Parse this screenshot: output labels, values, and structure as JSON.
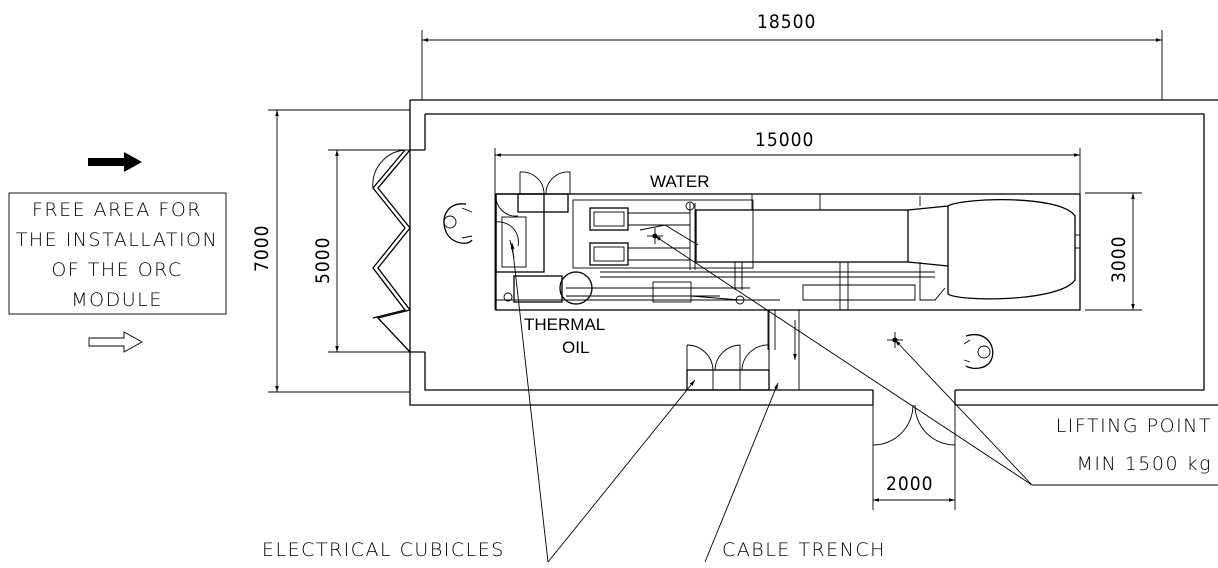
{
  "dimensions": {
    "overall_length": "18500",
    "module_length": "15000",
    "overall_width": "7000",
    "door_opening": "5000",
    "module_width": "3000",
    "side_door": "2000"
  },
  "labels": {
    "water": "WATER",
    "thermal_oil_1": "THERMAL",
    "thermal_oil_2": "OIL",
    "free_area_1": "FREE AREA FOR",
    "free_area_2": "THE INSTALLATION",
    "free_area_3": "OF THE ORC",
    "free_area_4": "MODULE",
    "lifting_point_1": "LIFTING POINT",
    "lifting_point_2": "MIN 1500 kg",
    "electrical_cubicles": "ELECTRICAL CUBICLES",
    "cable_trench": "CABLE TRENCH"
  }
}
